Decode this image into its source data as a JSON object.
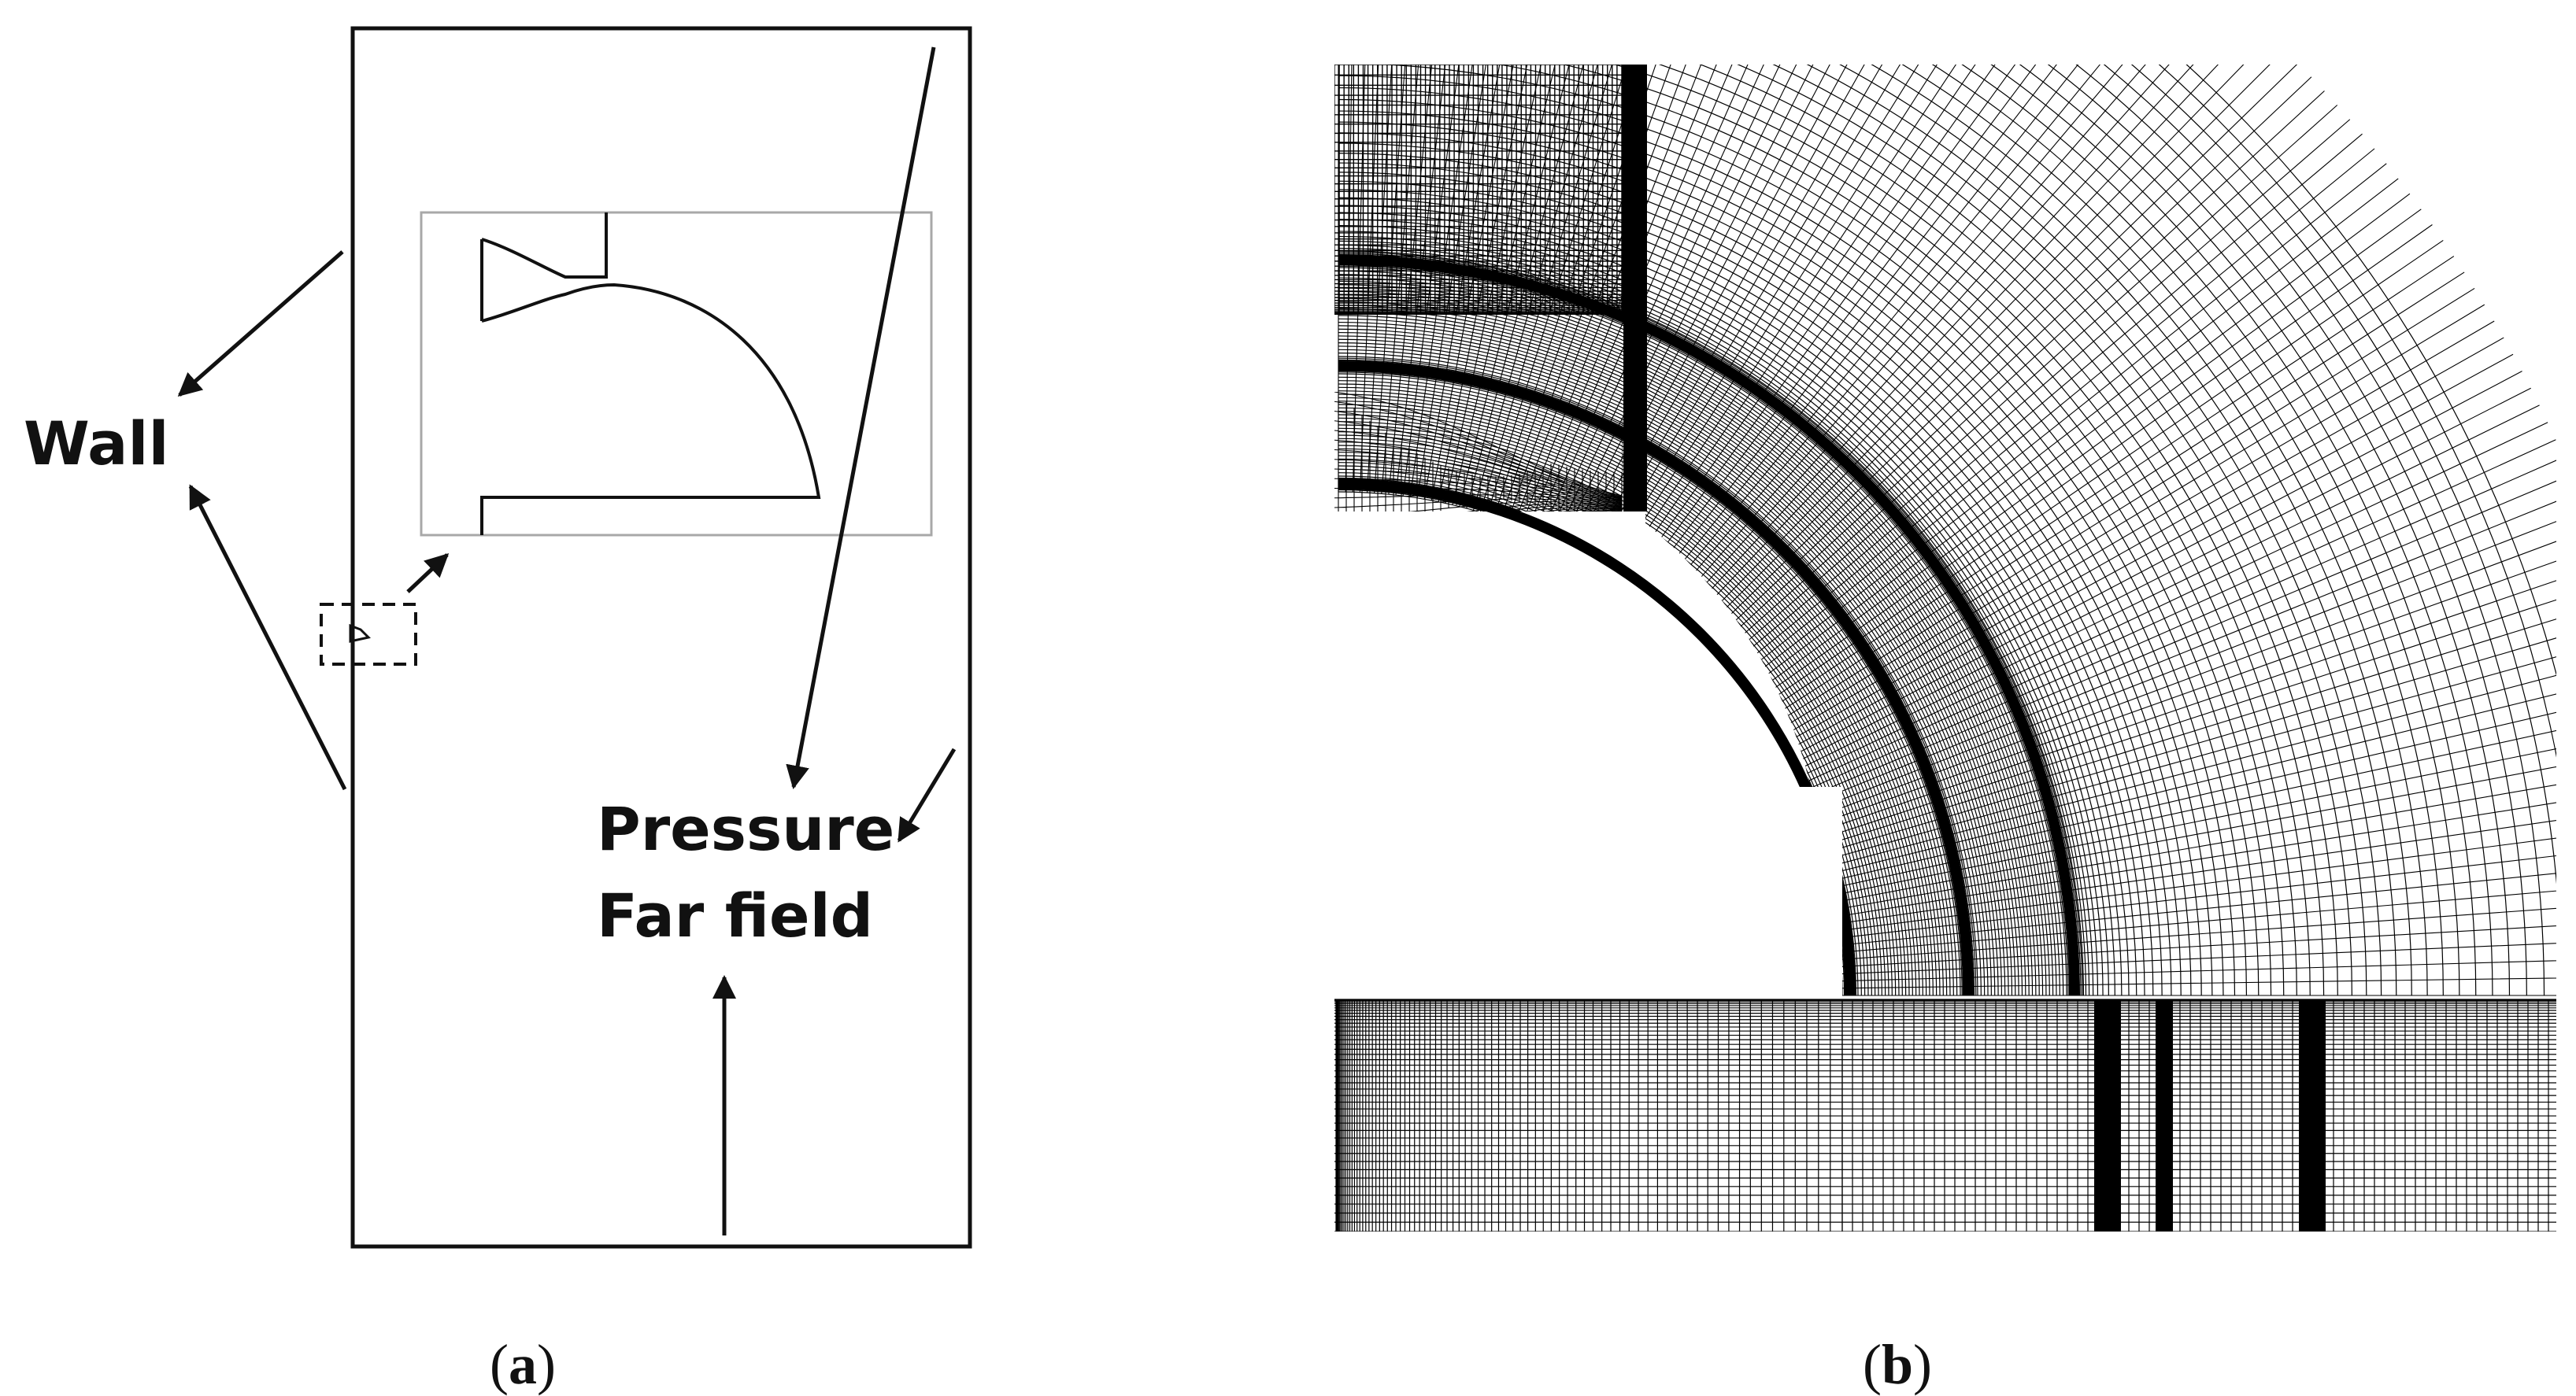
{
  "panel_a": {
    "label_wall": "Wall",
    "label_pressure": "Pressure",
    "label_far_field": "Far field",
    "caption_open": "(",
    "caption_letter": "a",
    "caption_close": ")"
  },
  "panel_b": {
    "caption_open": "(",
    "caption_letter": "b",
    "caption_close": ")"
  },
  "colors": {
    "ink": "#111111",
    "inset_frame": "#a8a8a8",
    "mesh": "#000000"
  }
}
